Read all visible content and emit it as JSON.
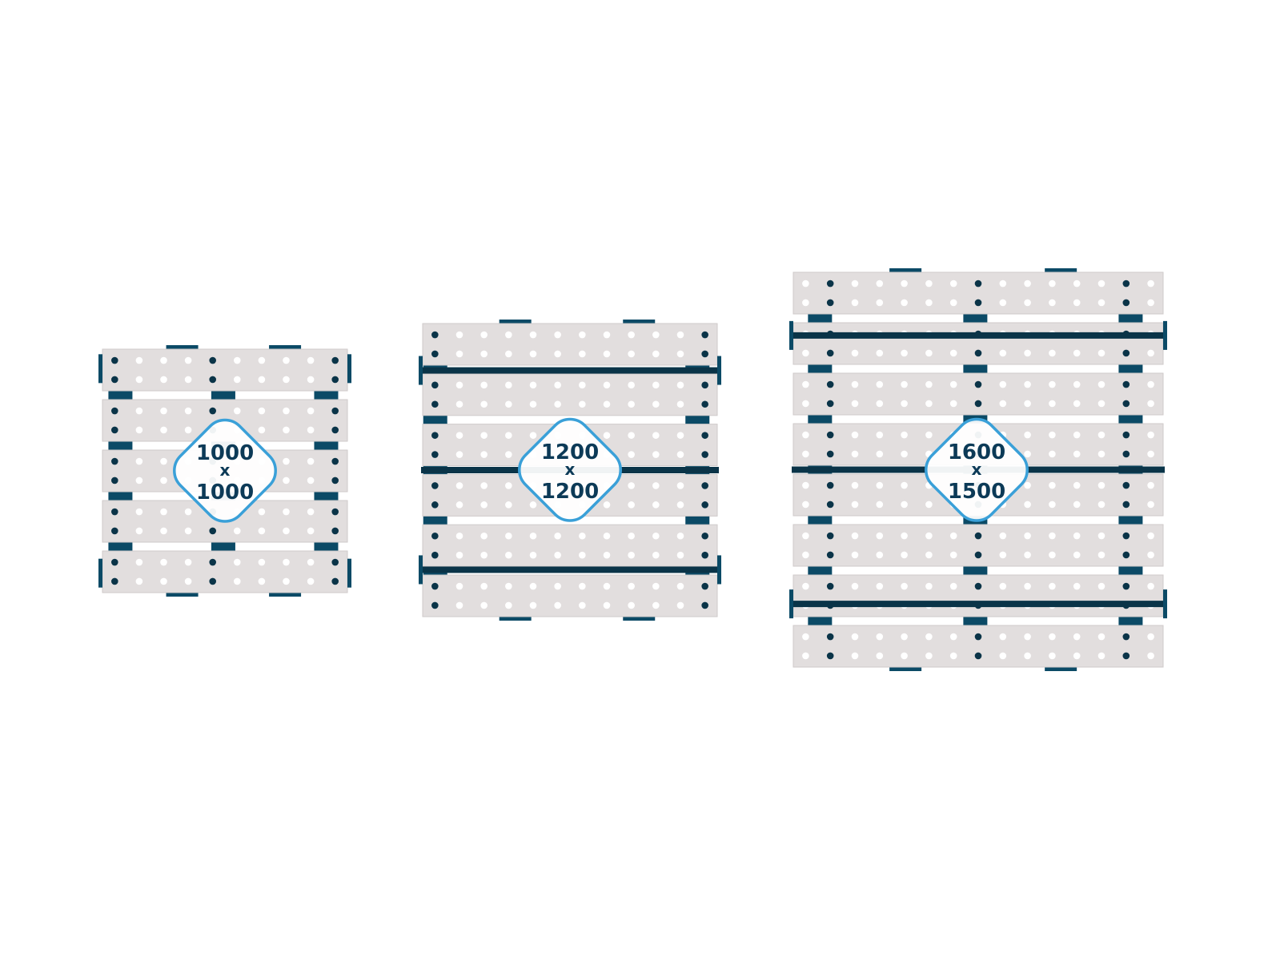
{
  "colors": {
    "background": "#ffffff",
    "slat": "#e2dede",
    "slat_edge": "#cfcaca",
    "hole": "#ffffff",
    "frame": "#0b4a66",
    "frame_dark": "#0a3448",
    "badge_stroke": "#3aa0d8",
    "badge_fill": "#ffffff",
    "label": "#0c3a57"
  },
  "tables": [
    {
      "name": "table-1000",
      "label": {
        "width": "1000",
        "sep": "x",
        "depth": "1000"
      },
      "slat_count": 5,
      "hole_columns": 10,
      "hole_rows_per_slat": 2,
      "legs": 3,
      "rails": 0,
      "side_brackets": true
    },
    {
      "name": "table-1200",
      "label": {
        "width": "1200",
        "sep": "x",
        "depth": "1200"
      },
      "slat_count": 6,
      "hole_columns": 12,
      "hole_rows_per_slat": 2,
      "legs": 2,
      "rails": 3,
      "side_brackets": true
    },
    {
      "name": "table-1600",
      "label": {
        "width": "1600",
        "sep": "x",
        "depth": "1500"
      },
      "slat_count": 8,
      "hole_columns": 15,
      "hole_rows_per_slat": 2,
      "legs": 3,
      "rails": 3,
      "side_brackets": true
    }
  ]
}
